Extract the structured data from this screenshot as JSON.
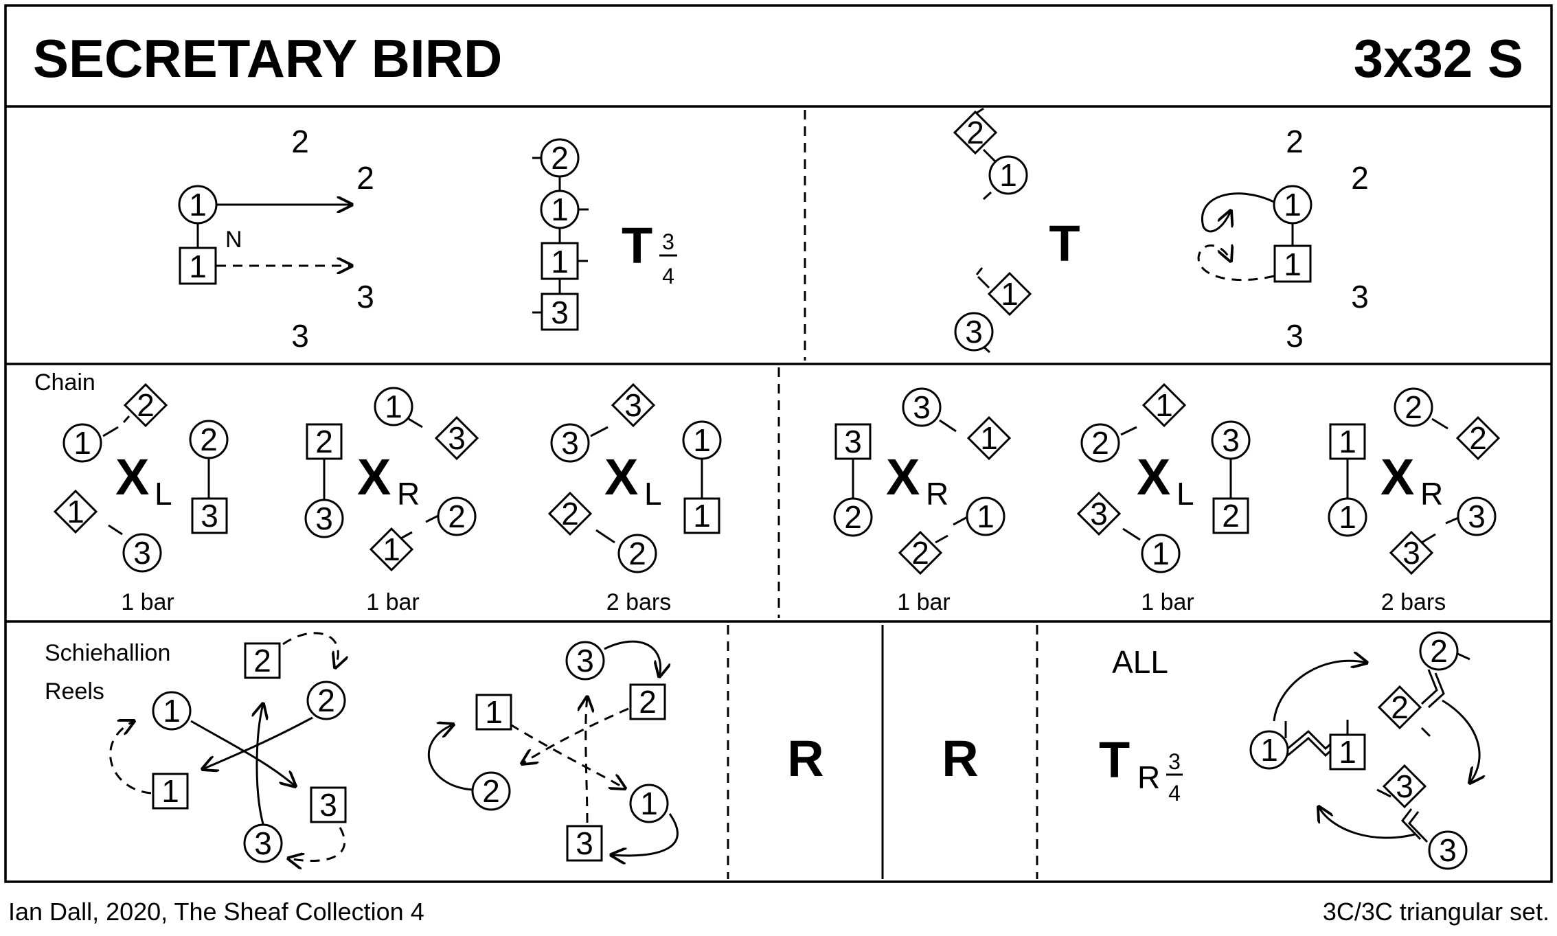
{
  "title": "SECRETARY BIRD",
  "dance_type": "3x32 S",
  "footer": {
    "credit": "Ian Dall, 2020, The Sheaf Collection 4",
    "set": "3C/3C  triangular set."
  },
  "row1": {
    "panel_a": {
      "labels": [
        "2",
        "2",
        "3",
        "3"
      ],
      "dancers": [
        "1",
        "1"
      ],
      "note": "N"
    },
    "panel_b": {
      "dancers": [
        "2",
        "1",
        "1",
        "3"
      ],
      "figure": "T",
      "fraction_num": "3",
      "fraction_den": "4"
    },
    "panel_c": {
      "dancers": [
        "2",
        "1",
        "1",
        "3"
      ],
      "figure": "T"
    },
    "panel_d": {
      "labels": [
        "2",
        "2",
        "3",
        "3"
      ],
      "dancers": [
        "1",
        "1"
      ]
    }
  },
  "row2": {
    "label": "Chain",
    "groups": [
      {
        "figure": "X",
        "hand": "L",
        "bars": "1 bar",
        "dancers": [
          "1",
          "2",
          "2",
          "3",
          "3",
          "1"
        ]
      },
      {
        "figure": "X",
        "hand": "R",
        "bars": "1 bar",
        "dancers": [
          "2",
          "1",
          "3",
          "2",
          "1",
          "3"
        ]
      },
      {
        "figure": "X",
        "hand": "L",
        "bars": "2 bars",
        "dancers": [
          "3",
          "3",
          "1",
          "1",
          "2",
          "2"
        ]
      },
      {
        "figure": "X",
        "hand": "R",
        "bars": "1 bar",
        "dancers": [
          "3",
          "3",
          "1",
          "1",
          "2",
          "2"
        ]
      },
      {
        "figure": "X",
        "hand": "L",
        "bars": "1 bar",
        "dancers": [
          "2",
          "1",
          "3",
          "2",
          "1",
          "3"
        ]
      },
      {
        "figure": "X",
        "hand": "R",
        "bars": "2 bars",
        "dancers": [
          "1",
          "2",
          "2",
          "3",
          "3",
          "1"
        ]
      }
    ]
  },
  "row3": {
    "label_line1": "Schiehallion",
    "label_line2": "Reels",
    "reel_a": {
      "dancers": [
        "2",
        "2",
        "1",
        "1",
        "3",
        "3"
      ]
    },
    "reel_b": {
      "dancers": [
        "3",
        "2",
        "1",
        "2",
        "1",
        "3"
      ]
    },
    "figure_r1": "R",
    "figure_r2": "R",
    "all_label": "ALL",
    "turn": {
      "figure": "T",
      "hand": "R",
      "fraction_num": "3",
      "fraction_den": "4"
    },
    "final_dancers": [
      "2",
      "2",
      "1",
      "1",
      "3",
      "3"
    ]
  }
}
